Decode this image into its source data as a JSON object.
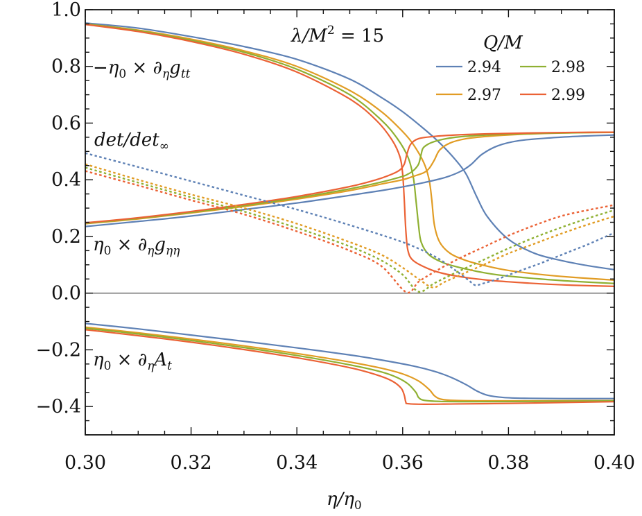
{
  "chart_data": {
    "type": "line",
    "title": "",
    "xlabel": "η/η₀",
    "ylabel": "",
    "xlim": [
      0.3,
      0.4
    ],
    "ylim": [
      -0.5,
      1.0
    ],
    "xticks": [
      "0.30",
      "0.32",
      "0.34",
      "0.36",
      "0.38",
      "0.40"
    ],
    "yticks": [
      "1.0",
      "0.8",
      "0.6",
      "0.4",
      "0.2",
      "0.0",
      "−0.2",
      "−0.4"
    ],
    "grid": false,
    "zero_line": true,
    "annotations": {
      "parameter": "λ/M² = 15",
      "gtt_label": "−η₀ × ∂η g_tt",
      "det_label": "det/det∞",
      "gee_label": "η₀ × ∂η g_ηη",
      "At_label": "η₀ × ∂η A_t"
    },
    "legend": {
      "title": "Q/M",
      "position": "upper right",
      "entries": [
        {
          "label": "2.94",
          "color": "#5E81B5"
        },
        {
          "label": "2.98",
          "color": "#8FB032"
        },
        {
          "label": "2.97",
          "color": "#E19C24"
        },
        {
          "label": "2.99",
          "color": "#EB6235"
        }
      ]
    },
    "series": [
      {
        "name": "-η0×∂η g_tt, Q/M=2.94",
        "color": "#5E81B5",
        "style": "solid",
        "x": [
          0.3,
          0.31,
          0.32,
          0.33,
          0.34,
          0.35,
          0.356,
          0.36,
          0.364,
          0.367,
          0.37,
          0.372,
          0.374,
          0.376,
          0.38,
          0.385,
          0.39,
          0.395,
          0.4
        ],
        "y": [
          0.953,
          0.935,
          0.905,
          0.87,
          0.825,
          0.755,
          0.69,
          0.64,
          0.58,
          0.53,
          0.47,
          0.42,
          0.34,
          0.27,
          0.19,
          0.14,
          0.115,
          0.097,
          0.083
        ]
      },
      {
        "name": "-η0×∂η g_tt, Q/M=2.97",
        "color": "#E19C24",
        "style": "solid",
        "x": [
          0.3,
          0.31,
          0.32,
          0.33,
          0.34,
          0.35,
          0.356,
          0.36,
          0.362,
          0.364,
          0.365,
          0.3655,
          0.366,
          0.367,
          0.369,
          0.372,
          0.376,
          0.38,
          0.386,
          0.392,
          0.4
        ],
        "y": [
          0.95,
          0.928,
          0.896,
          0.855,
          0.8,
          0.715,
          0.64,
          0.57,
          0.525,
          0.46,
          0.4,
          0.33,
          0.24,
          0.18,
          0.14,
          0.115,
          0.095,
          0.08,
          0.066,
          0.056,
          0.046
        ]
      },
      {
        "name": "-η0×∂η g_tt, Q/M=2.98",
        "color": "#8FB032",
        "style": "solid",
        "x": [
          0.3,
          0.31,
          0.32,
          0.33,
          0.34,
          0.35,
          0.356,
          0.359,
          0.361,
          0.362,
          0.3625,
          0.363,
          0.3635,
          0.365,
          0.368,
          0.372,
          0.376,
          0.38,
          0.386,
          0.392,
          0.4
        ],
        "y": [
          0.95,
          0.926,
          0.892,
          0.85,
          0.79,
          0.7,
          0.61,
          0.545,
          0.48,
          0.41,
          0.33,
          0.24,
          0.18,
          0.135,
          0.105,
          0.085,
          0.07,
          0.06,
          0.05,
          0.042,
          0.034
        ]
      },
      {
        "name": "-η0×∂η g_tt, Q/M=2.99",
        "color": "#EB6235",
        "style": "solid",
        "x": [
          0.3,
          0.31,
          0.32,
          0.33,
          0.34,
          0.35,
          0.355,
          0.358,
          0.3595,
          0.36,
          0.3603,
          0.3606,
          0.361,
          0.362,
          0.365,
          0.368,
          0.372,
          0.376,
          0.38,
          0.386,
          0.392,
          0.4
        ],
        "y": [
          0.948,
          0.923,
          0.888,
          0.843,
          0.78,
          0.685,
          0.61,
          0.54,
          0.48,
          0.42,
          0.33,
          0.22,
          0.15,
          0.115,
          0.085,
          0.068,
          0.055,
          0.046,
          0.04,
          0.033,
          0.028,
          0.024
        ]
      },
      {
        "name": "η0×∂η g_ηη, Q/M=2.94",
        "color": "#5E81B5",
        "style": "solid",
        "x": [
          0.3,
          0.31,
          0.32,
          0.33,
          0.34,
          0.35,
          0.356,
          0.36,
          0.364,
          0.368,
          0.371,
          0.373,
          0.375,
          0.378,
          0.382,
          0.388,
          0.394,
          0.4
        ],
        "y": [
          0.235,
          0.253,
          0.272,
          0.295,
          0.318,
          0.345,
          0.362,
          0.375,
          0.39,
          0.408,
          0.43,
          0.455,
          0.49,
          0.52,
          0.538,
          0.548,
          0.554,
          0.558
        ]
      },
      {
        "name": "η0×∂η g_ηη, Q/M=2.97",
        "color": "#E19C24",
        "style": "solid",
        "x": [
          0.3,
          0.31,
          0.32,
          0.33,
          0.34,
          0.35,
          0.356,
          0.36,
          0.362,
          0.364,
          0.365,
          0.366,
          0.367,
          0.369,
          0.372,
          0.376,
          0.382,
          0.39,
          0.4
        ],
        "y": [
          0.245,
          0.262,
          0.283,
          0.306,
          0.332,
          0.362,
          0.385,
          0.4,
          0.412,
          0.425,
          0.44,
          0.47,
          0.505,
          0.53,
          0.545,
          0.553,
          0.56,
          0.565,
          0.567
        ]
      },
      {
        "name": "η0×∂η g_ηη, Q/M=2.98",
        "color": "#8FB032",
        "style": "solid",
        "x": [
          0.3,
          0.31,
          0.32,
          0.33,
          0.34,
          0.35,
          0.356,
          0.36,
          0.361,
          0.362,
          0.363,
          0.3635,
          0.364,
          0.366,
          0.37,
          0.376,
          0.384,
          0.392,
          0.4
        ],
        "y": [
          0.246,
          0.264,
          0.285,
          0.309,
          0.336,
          0.368,
          0.392,
          0.412,
          0.42,
          0.432,
          0.455,
          0.49,
          0.515,
          0.535,
          0.55,
          0.558,
          0.563,
          0.566,
          0.568
        ]
      },
      {
        "name": "η0×∂η g_ηη, Q/M=2.99",
        "color": "#EB6235",
        "style": "solid",
        "x": [
          0.3,
          0.31,
          0.32,
          0.33,
          0.34,
          0.35,
          0.355,
          0.358,
          0.3595,
          0.3603,
          0.3608,
          0.3615,
          0.363,
          0.366,
          0.37,
          0.376,
          0.384,
          0.392,
          0.4
        ],
        "y": [
          0.248,
          0.266,
          0.288,
          0.313,
          0.341,
          0.376,
          0.4,
          0.42,
          0.435,
          0.455,
          0.49,
          0.525,
          0.545,
          0.553,
          0.558,
          0.562,
          0.565,
          0.567,
          0.568
        ]
      },
      {
        "name": "det/det∞, Q/M=2.94",
        "color": "#5E81B5",
        "style": "dotted",
        "x": [
          0.3,
          0.31,
          0.32,
          0.33,
          0.34,
          0.35,
          0.36,
          0.366,
          0.37,
          0.3725,
          0.3737,
          0.375,
          0.378,
          0.382,
          0.386,
          0.39,
          0.395,
          0.4
        ],
        "y": [
          0.494,
          0.445,
          0.395,
          0.345,
          0.295,
          0.24,
          0.18,
          0.13,
          0.08,
          0.045,
          0.028,
          0.033,
          0.05,
          0.078,
          0.105,
          0.135,
          0.172,
          0.213
        ]
      },
      {
        "name": "det/det∞, Q/M=2.97",
        "color": "#E19C24",
        "style": "dotted",
        "x": [
          0.3,
          0.31,
          0.32,
          0.33,
          0.34,
          0.35,
          0.356,
          0.36,
          0.363,
          0.3657,
          0.368,
          0.372,
          0.376,
          0.38,
          0.385,
          0.39,
          0.395,
          0.4
        ],
        "y": [
          0.455,
          0.4,
          0.348,
          0.3,
          0.245,
          0.18,
          0.135,
          0.09,
          0.05,
          0.02,
          0.04,
          0.073,
          0.106,
          0.14,
          0.175,
          0.21,
          0.242,
          0.271
        ]
      },
      {
        "name": "det/det∞, Q/M=2.98",
        "color": "#8FB032",
        "style": "dotted",
        "x": [
          0.3,
          0.31,
          0.32,
          0.33,
          0.34,
          0.35,
          0.356,
          0.36,
          0.363,
          0.366,
          0.37,
          0.375,
          0.38,
          0.385,
          0.39,
          0.395,
          0.4
        ],
        "y": [
          0.443,
          0.39,
          0.338,
          0.288,
          0.23,
          0.165,
          0.115,
          0.065,
          0.005,
          0.035,
          0.072,
          0.115,
          0.158,
          0.197,
          0.232,
          0.264,
          0.293
        ]
      },
      {
        "name": "det/det∞, Q/M=2.99",
        "color": "#EB6235",
        "style": "dotted",
        "x": [
          0.3,
          0.31,
          0.32,
          0.33,
          0.34,
          0.35,
          0.356,
          0.3607,
          0.363,
          0.366,
          0.37,
          0.375,
          0.38,
          0.385,
          0.39,
          0.395,
          0.4
        ],
        "y": [
          0.431,
          0.38,
          0.328,
          0.278,
          0.218,
          0.15,
          0.095,
          0.003,
          0.04,
          0.075,
          0.116,
          0.16,
          0.203,
          0.24,
          0.272,
          0.293,
          0.311
        ]
      },
      {
        "name": "η0×∂η A_t, Q/M=2.94",
        "color": "#5E81B5",
        "style": "solid",
        "x": [
          0.3,
          0.31,
          0.32,
          0.33,
          0.34,
          0.35,
          0.356,
          0.362,
          0.366,
          0.369,
          0.372,
          0.374,
          0.376,
          0.379,
          0.383,
          0.39,
          0.4
        ],
        "y": [
          -0.107,
          -0.126,
          -0.148,
          -0.17,
          -0.193,
          -0.218,
          -0.236,
          -0.257,
          -0.276,
          -0.296,
          -0.323,
          -0.345,
          -0.36,
          -0.368,
          -0.371,
          -0.372,
          -0.372
        ]
      },
      {
        "name": "η0×∂η A_t, Q/M=2.97",
        "color": "#E19C24",
        "style": "solid",
        "x": [
          0.3,
          0.31,
          0.32,
          0.33,
          0.34,
          0.35,
          0.356,
          0.36,
          0.363,
          0.365,
          0.366,
          0.367,
          0.369,
          0.374,
          0.382,
          0.4
        ],
        "y": [
          -0.12,
          -0.14,
          -0.162,
          -0.186,
          -0.213,
          -0.243,
          -0.265,
          -0.285,
          -0.31,
          -0.34,
          -0.362,
          -0.373,
          -0.378,
          -0.38,
          -0.38,
          -0.379
        ]
      },
      {
        "name": "η0×∂η A_t, Q/M=2.98",
        "color": "#8FB032",
        "style": "solid",
        "x": [
          0.3,
          0.31,
          0.32,
          0.33,
          0.34,
          0.35,
          0.356,
          0.359,
          0.361,
          0.3625,
          0.363,
          0.364,
          0.367,
          0.374,
          0.385,
          0.4
        ],
        "y": [
          -0.124,
          -0.144,
          -0.167,
          -0.192,
          -0.22,
          -0.253,
          -0.278,
          -0.298,
          -0.32,
          -0.35,
          -0.368,
          -0.378,
          -0.382,
          -0.383,
          -0.382,
          -0.38
        ]
      },
      {
        "name": "η0×∂η A_t, Q/M=2.99",
        "color": "#EB6235",
        "style": "solid",
        "x": [
          0.3,
          0.31,
          0.32,
          0.33,
          0.34,
          0.35,
          0.355,
          0.358,
          0.3597,
          0.3603,
          0.3606,
          0.361,
          0.364,
          0.37,
          0.38,
          0.39,
          0.4
        ],
        "y": [
          -0.129,
          -0.15,
          -0.173,
          -0.199,
          -0.228,
          -0.263,
          -0.288,
          -0.31,
          -0.335,
          -0.36,
          -0.385,
          -0.39,
          -0.392,
          -0.391,
          -0.389,
          -0.386,
          -0.383
        ]
      }
    ]
  }
}
